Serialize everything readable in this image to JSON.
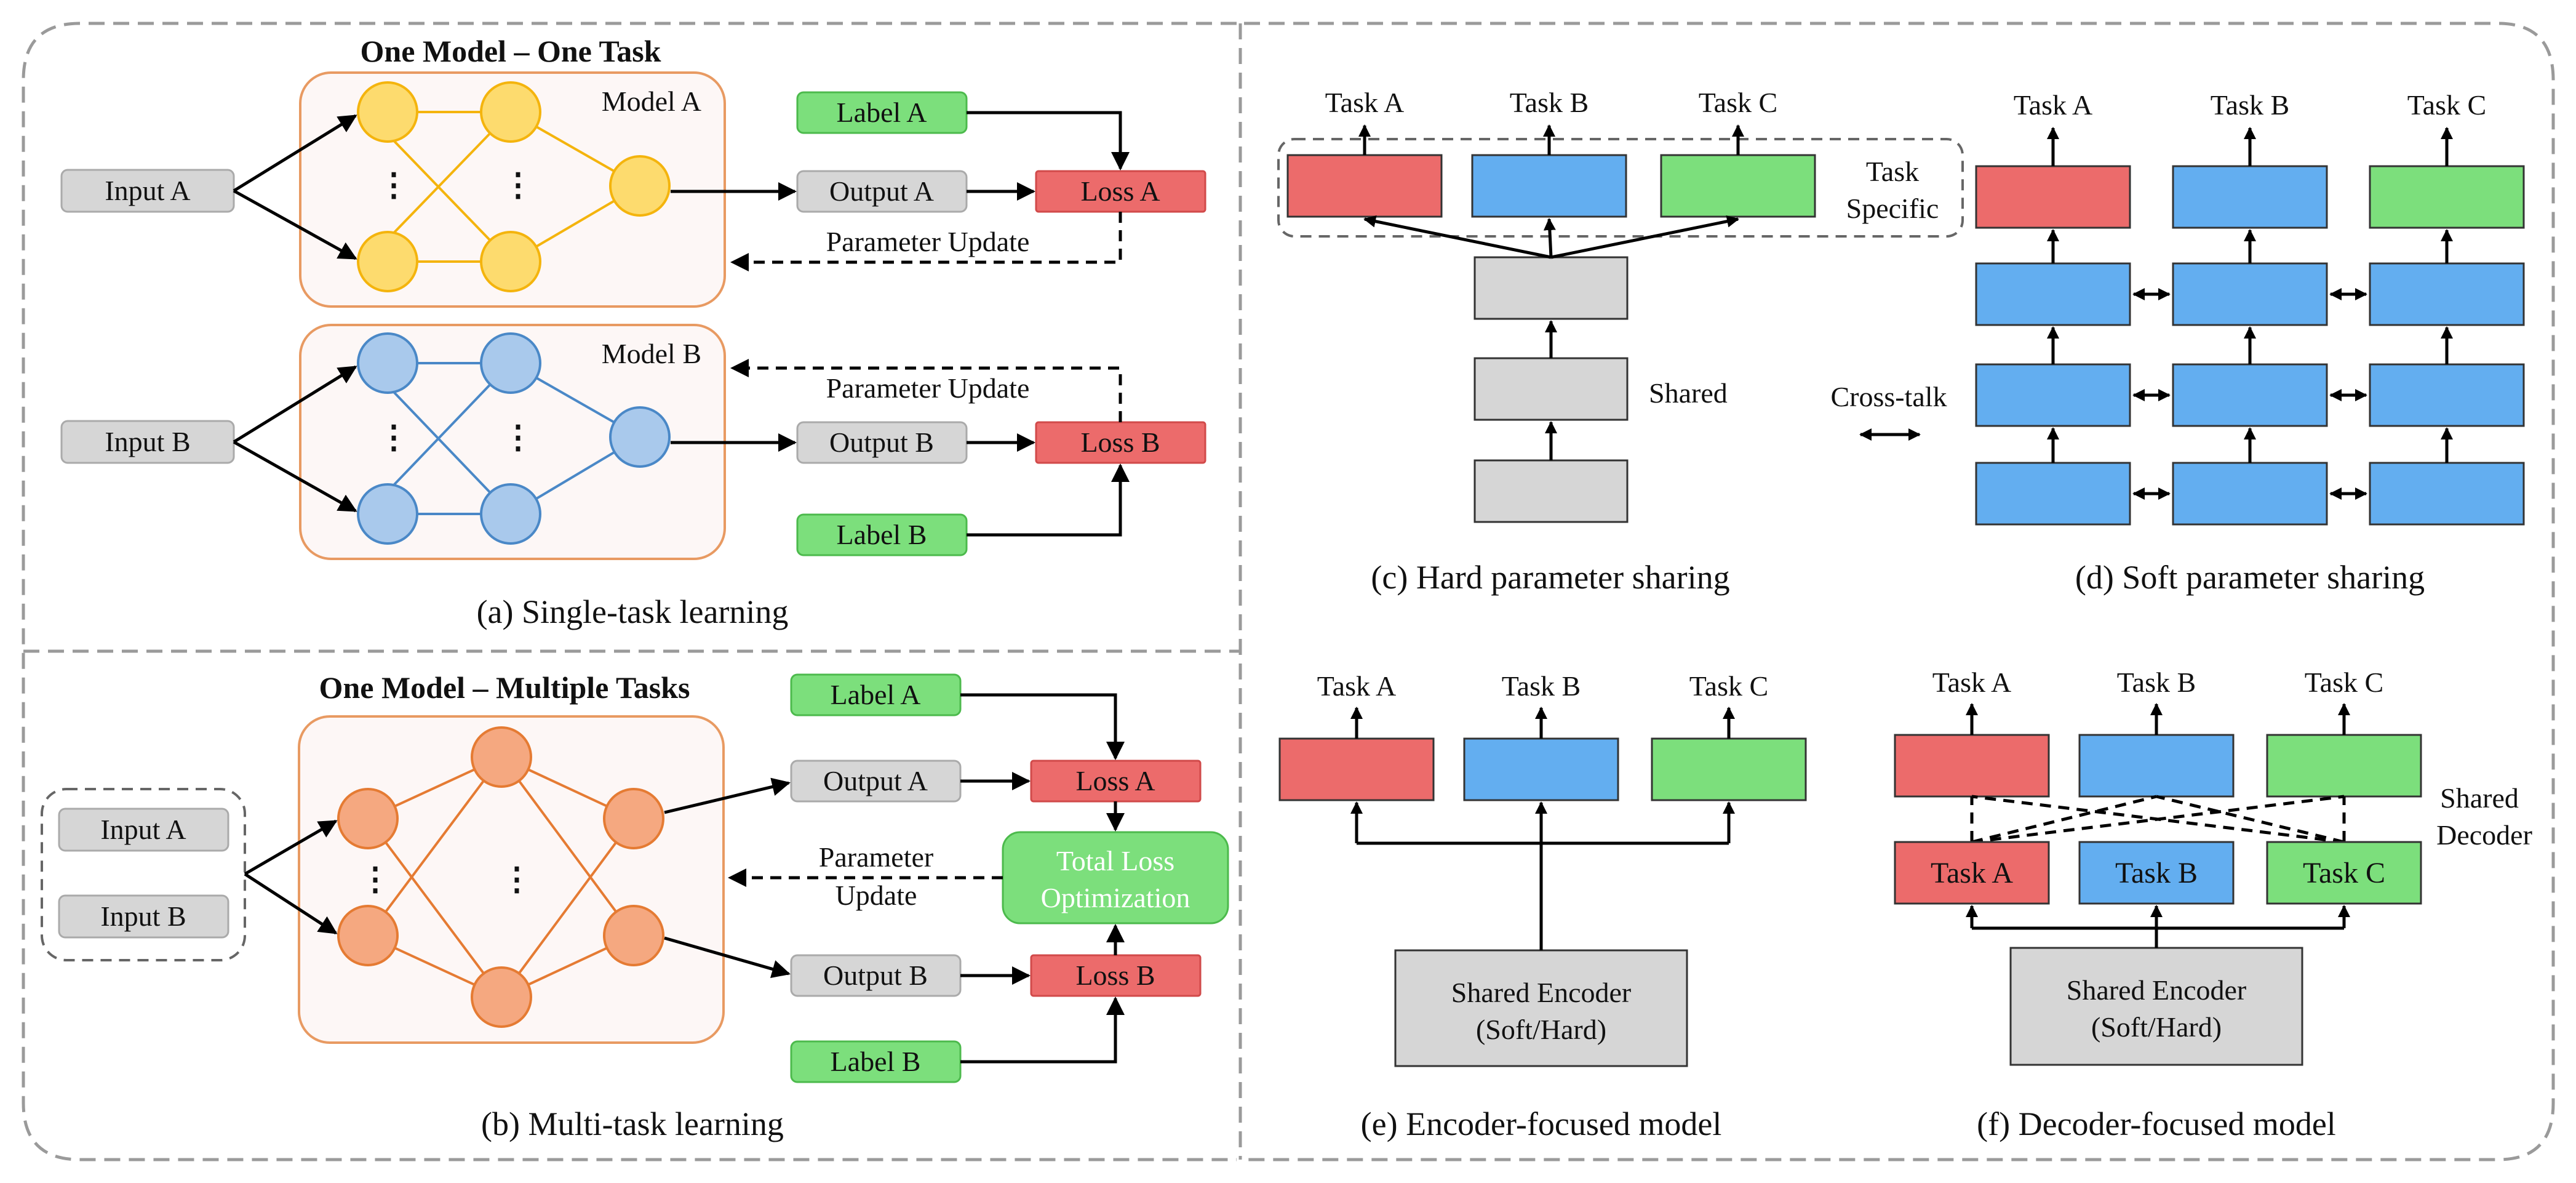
{
  "colors": {
    "gray": "#d6d6d6",
    "red": "#ec6b6b",
    "blue": "#63aef0",
    "green": "#7cdf7c",
    "yellow_node": "#fddb6e",
    "blue_node": "#a9c9ec",
    "orange_node": "#f5a880",
    "model_bg": "#fdf7f6",
    "model_border": "#e89a62",
    "panel_border": "#9a9a9a"
  },
  "panel_a": {
    "title": "One Model – One Task",
    "model_a_label": "Model A",
    "model_b_label": "Model B",
    "input_a": "Input A",
    "input_b": "Input B",
    "output_a": "Output A",
    "output_b": "Output B",
    "label_a": "Label A",
    "label_b": "Label B",
    "loss_a": "Loss A",
    "loss_b": "Loss B",
    "update_a": "Parameter Update",
    "update_b": "Parameter Update",
    "ellipsis": "⋮",
    "caption": "(a) Single-task learning"
  },
  "panel_b": {
    "title": "One Model – Multiple Tasks",
    "input_a": "Input A",
    "input_b": "Input B",
    "output_a": "Output A",
    "output_b": "Output B",
    "label_a": "Label A",
    "label_b": "Label B",
    "loss_a": "Loss A",
    "loss_b": "Loss B",
    "update_line1": "Parameter",
    "update_line2": "Update",
    "total_line1": "Total Loss",
    "total_line2": "Optimization",
    "ellipsis": "⋮",
    "caption": "(b) Multi-task learning"
  },
  "panel_c": {
    "task_a": "Task A",
    "task_b": "Task B",
    "task_c": "Task C",
    "specific_line1": "Task",
    "specific_line2": "Specific",
    "shared": "Shared",
    "caption": "(c) Hard parameter sharing"
  },
  "panel_d": {
    "task_a": "Task A",
    "task_b": "Task B",
    "task_c": "Task C",
    "cross_talk": "Cross-talk",
    "caption": "(d) Soft parameter sharing"
  },
  "panel_e": {
    "task_a": "Task A",
    "task_b": "Task B",
    "task_c": "Task C",
    "encoder_line1": "Shared Encoder",
    "encoder_line2": "(Soft/Hard)",
    "caption": "(e) Encoder-focused model"
  },
  "panel_f": {
    "task_a": "Task A",
    "task_b": "Task B",
    "task_c": "Task C",
    "box_a": "Task A",
    "box_b": "Task B",
    "box_c": "Task C",
    "decoder_line1": "Shared",
    "decoder_line2": "Decoder",
    "encoder_line1": "Shared Encoder",
    "encoder_line2": "(Soft/Hard)",
    "caption": "(f) Decoder-focused model"
  }
}
